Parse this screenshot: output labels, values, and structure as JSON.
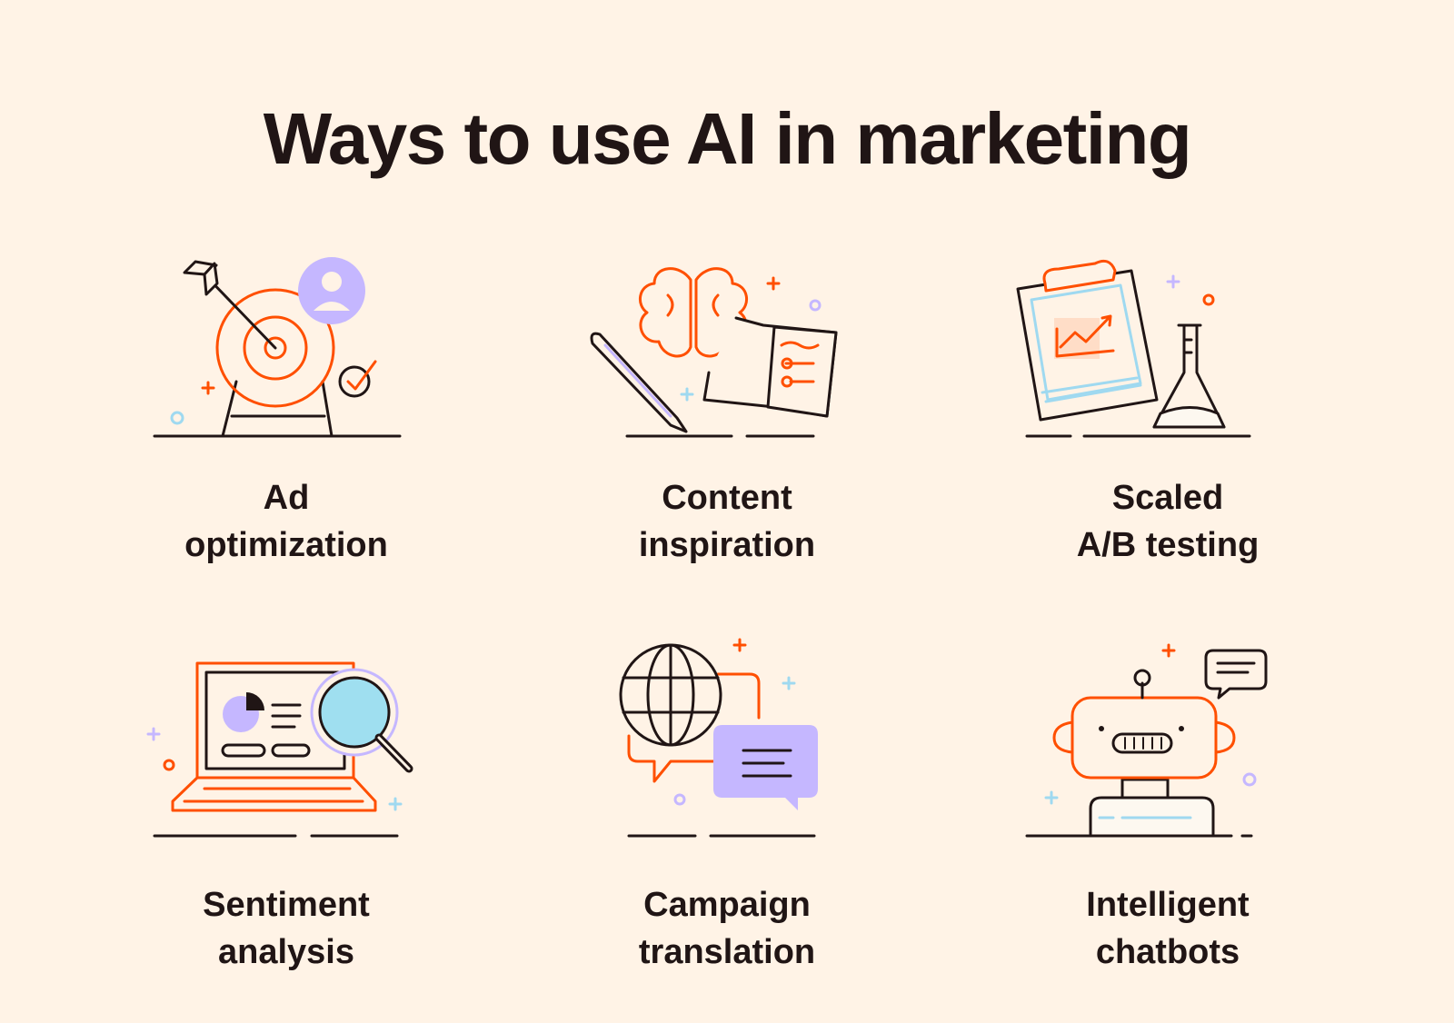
{
  "title": "Ways to use AI in marketing",
  "colors": {
    "background": "#fff3e6",
    "ink": "#201515",
    "orange": "#ff4f00",
    "lavender": "#c5b7ff",
    "sky": "#9fd9f0"
  },
  "cards": [
    {
      "line1": "Ad",
      "line2": "optimization",
      "icon": "target-icon"
    },
    {
      "line1": "Content",
      "line2": "inspiration",
      "icon": "brain-icon"
    },
    {
      "line1": "Scaled",
      "line2": "A/B testing",
      "icon": "clipboard-icon"
    },
    {
      "line1": "Sentiment",
      "line2": "analysis",
      "icon": "laptop-icon"
    },
    {
      "line1": "Campaign",
      "line2": "translation",
      "icon": "globe-icon"
    },
    {
      "line1": "Intelligent",
      "line2": "chatbots",
      "icon": "robot-icon"
    }
  ]
}
